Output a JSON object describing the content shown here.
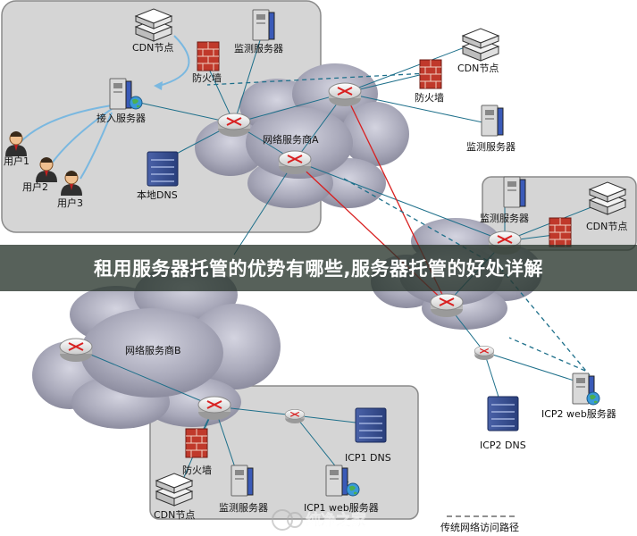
{
  "banner": {
    "title": "租用服务器托管的优势有哪些,服务器托管的好处详解"
  },
  "labels": {
    "cdn_top": "CDN节点",
    "monitor_top": "监测服务器",
    "firewall_left": "防火墙",
    "access_server": "接入服务器",
    "user1": "用户1",
    "user2": "用户2",
    "user3": "用户3",
    "local_dns": "本地DNS",
    "isp_a": "网络服务商A",
    "cdn_right": "CDN节点",
    "firewall_right": "防火墙",
    "monitor_right": "监测服务器",
    "monitor_mid": "监测服务器",
    "cdn_mid": "CDN节点",
    "isp_b": "网络服务商B",
    "icp2_web": "ICP2 web服务器",
    "icp2_dns": "ICP2 DNS",
    "icp1_dns": "ICP1 DNS",
    "firewall_bottom": "防火墙",
    "monitor_bottom": "监测服务器",
    "icp1_web": "ICP1 web服务器",
    "cdn_bottom": "CDN节点",
    "legend_path": "传统网络访问路径",
    "watermark": "纯净之家"
  }
}
